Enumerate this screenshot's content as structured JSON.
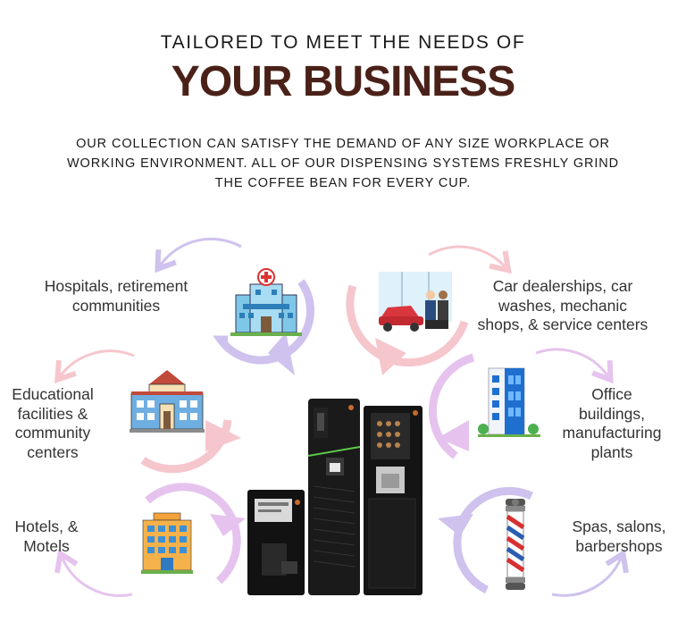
{
  "header": {
    "tagline": "TAILORED TO MEET THE NEEDS OF",
    "headline": "YOUR BUSINESS"
  },
  "intro": {
    "lines": [
      "OUR COLLECTION CAN SATISFY THE DEMAND OF ANY SIZE WORKPLACE OR",
      "WORKING ENVIRONMENT. ALL OF OUR DISPENSING SYSTEMS FRESHLY GRIND",
      "THE COFFEE BEAN FOR EVERY CUP."
    ]
  },
  "segments": [
    {
      "icon": "hospital-icon",
      "lines": [
        "Hospitals, retirement",
        "communities"
      ]
    },
    {
      "icon": "car-dealership-icon",
      "lines": [
        "Car dealerships, car",
        "washes, mechanic",
        "shops, & service centers"
      ]
    },
    {
      "icon": "university-icon",
      "lines": [
        "Educational",
        "facilities &",
        "community",
        "centers"
      ]
    },
    {
      "icon": "office-building-icon",
      "lines": [
        "Office",
        "buildings,",
        "manufacturing",
        "plants"
      ]
    },
    {
      "icon": "hotel-icon",
      "lines": [
        "Hotels, &",
        "Motels"
      ]
    },
    {
      "icon": "barber-pole-icon",
      "lines": [
        "Spas, salons,",
        "barbershops"
      ]
    }
  ],
  "product": {
    "icon": "coffee-dispensers-icon"
  },
  "colors": {
    "headline": "#4a2118",
    "lavender": "#cfc2ee",
    "pink": "#f6c6cd",
    "orchid": "#e6c3ee"
  }
}
